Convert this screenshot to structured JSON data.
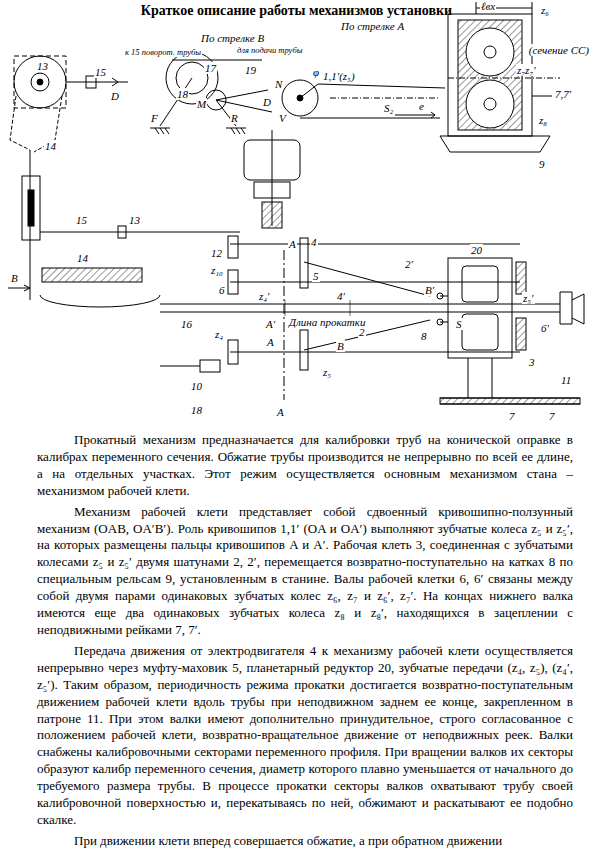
{
  "diagram": {
    "title": "Краткое описание работы механизмов установки",
    "labels": [
      "По стрелке В",
      "к 15 поворот. трубы",
      "17",
      "для подачи трубы",
      "19",
      "13",
      "15",
      "D",
      "14",
      "18",
      "M",
      "F",
      "R",
      "N",
      "D",
      "V",
      "φ",
      "По стрелке А",
      "1,1′(z₅)",
      "S₂",
      "e",
      "ℓвх",
      "z₆",
      "(сечение СС)",
      "z₇z₇′",
      "7,7′",
      "z₈",
      "9",
      "15",
      "13",
      "14",
      "12",
      "4",
      "5",
      "z₁₀",
      "6",
      "z₄′",
      "A′",
      "4′",
      "2′",
      "20",
      "B′",
      "z₅′",
      "В",
      "16",
      "Длина прокатки",
      "z₄",
      "A",
      "B",
      "2",
      "z₅",
      "6′",
      "S",
      "8",
      "3",
      "11",
      "10",
      "18",
      "7",
      "7",
      "A",
      "A",
      "Прокатный механизм предназначается для калибровки труб на конической оправке в калибрах переменного сечения. Обжатие трубы производится не непрерывно по всей ее длине, а на отдельных участках. Этот режим осуществляется основным механизмом стана – механизмом рабочей клети.",
      "Механизм рабочей клети представляет собой сдвоенный кривошипно-ползунный механизм (OAB, OA′B′). Роль кривошипов 1,1′ (OA и OA′) выполняют зубчатые колеса z₅ и z₅′, на которых размещены пальцы кривошипов A и A′. Рабочая клеть 3, соединенная с зубчатыми колесами z₅ и z₅′ двумя шатунами 2, 2′, перемещается возвратно-поступательно на катках 8 по специальным рельсам 9, установленным в станине. Валы рабочей клетки 6, 6′ связаны между собой двумя парами одинаковых зубчатых колес z₆, z₇ и z₆′, z₇′. На концах нижнего валка имеются еще два одинаковых зубчатых колеса z₈ и z₈′, находящихся в зацеплении с неподвижными рейками 7, 7′.",
      "Передача движения от электродвигателя 4 к механизму рабочей клети осуществляется непрерывно через муфту-маховик 5, планетарный редуктор 20, зубчатые передачи (z₄, z₅), (z₄′, z₅′). Таким образом, периодичность режима прокатки достигается возвратно-поступательным движением рабочей клети вдоль трубы при неподвижном заднем ее конце, закрепленном в патроне 11. При этом валки имеют дополнительно принудительное, строго согласованное с положением рабочей клети, возвратно-вращательное движение от неподвижных реек. Валки снабжены калибровочными секторами переменного профиля. При вращении валков их секторы образуют калибр переменного сечения, диаметр которого плавно уменьшается от начального до требуемого размера трубы. В процессе прокатки секторы валков охватывают трубу своей калибровочной поверхностью и, перекатываясь по ней, обжимают и раскатывают ее подобно скалке.",
      "При движении клети вперед совершается обжатие, а при обратном движении"
    ]
  }
}
